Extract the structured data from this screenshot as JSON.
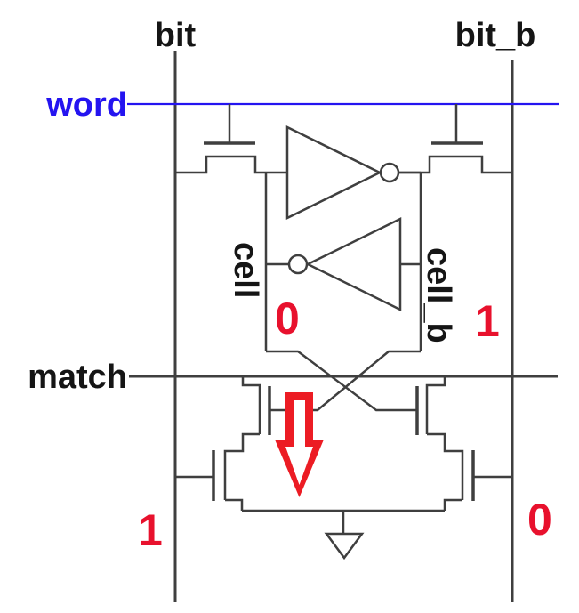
{
  "diagram": {
    "signals": {
      "bit": {
        "label": "bit",
        "value": "1"
      },
      "bit_b": {
        "label": "bit_b",
        "value": "0"
      },
      "word": {
        "label": "word"
      },
      "match": {
        "label": "match"
      },
      "cell": {
        "label": "cell",
        "value": "0"
      },
      "cell_b": {
        "label": "cell_b",
        "value": "1"
      }
    },
    "colors": {
      "wire": "#3f3f3f",
      "word_line": "#2414f0",
      "label": "#151515",
      "value_red": "#e8112d",
      "arrow_red": "#ec1c24",
      "background": "#ffffff"
    },
    "icons": {
      "down_arrow": "down-arrow",
      "ground": "ground-symbol",
      "inverter": "inverter-gate",
      "transistor": "nmos-transistor"
    }
  }
}
